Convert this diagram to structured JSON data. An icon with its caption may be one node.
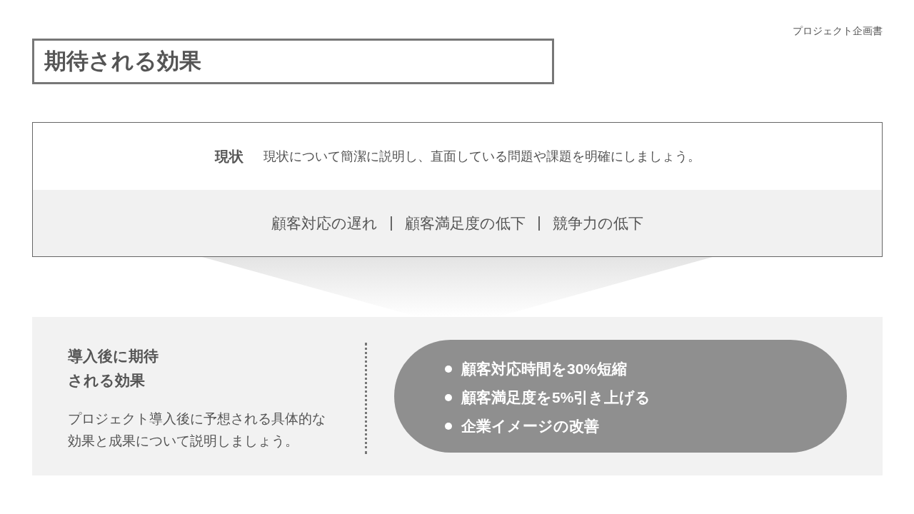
{
  "diagram": {
    "title": "期待される効果",
    "nodes": [
      {
        "text": [
          "現状",
          "現状について簡潔に説明し、直面している問題や課題を明確にしましょう。"
        ]
      },
      {
        "text": [
          "顧客対応の遅れ",
          "顧客満足度の低下",
          "競争力の低下"
        ],
        "in": 0
      },
      {
        "text": [
          "導入後に期待される効果",
          "プロジェクト導入後に予想される具体的な効果と成果について説明しましょう。"
        ]
      },
      {
        "text": [
          "顧客対応時間を30%短縮",
          "顧客満足度を5%引き上げる",
          "企業イメージの改善"
        ],
        "in": 2
      }
    ],
    "edges": [
      {
        "from": 0,
        "to": 2,
        "arrow": "to"
      }
    ],
    "labels": [
      "プロジェクト企画書"
    ]
  }
}
